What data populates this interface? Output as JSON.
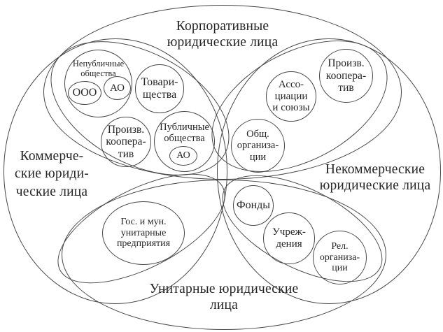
{
  "diagram": {
    "colors": {
      "background": "#ffffff",
      "line": "#474747",
      "text": "#262626"
    },
    "groups": {
      "corporate": {
        "lines": [
          "Корпоративные",
          "юридические лица"
        ]
      },
      "commercial": {
        "lines": [
          "Коммерче-",
          "ские юриди-",
          "ческие лица"
        ]
      },
      "noncommercial": {
        "lines": [
          "Некоммерческие",
          "юридические лица"
        ]
      },
      "unitary": {
        "lines": [
          "Унитарные юридические",
          "лица"
        ]
      }
    },
    "nodes": {
      "nonpublic": {
        "lines": [
          "Непубличные",
          "общества"
        ]
      },
      "ooo": {
        "lines": [
          "ООО"
        ]
      },
      "ao_nonpublic": {
        "lines": [
          "АО"
        ]
      },
      "partnerships": {
        "lines": [
          "Товари-",
          "щества"
        ]
      },
      "prod_coop_commercial": {
        "lines": [
          "Произв.",
          "коопера-",
          "тив"
        ]
      },
      "public": {
        "lines": [
          "Публичные",
          "общества"
        ]
      },
      "ao_public": {
        "lines": [
          "АО"
        ]
      },
      "associations": {
        "lines": [
          "Ассо-",
          "циации",
          "и союзы"
        ]
      },
      "prod_coop_noncommercial": {
        "lines": [
          "Произв.",
          "коопера-",
          "тив"
        ]
      },
      "public_orgs": {
        "lines": [
          "Общ.",
          "организа-",
          "ции"
        ]
      },
      "state_unitary": {
        "lines": [
          "Гос. и мун.",
          "унитарные",
          "предприятия"
        ]
      },
      "funds": {
        "lines": [
          "Фонды"
        ]
      },
      "institutions": {
        "lines": [
          "Учреж-",
          "дения"
        ]
      },
      "religious": {
        "lines": [
          "Рел.",
          "организа-",
          "ции"
        ]
      }
    }
  }
}
